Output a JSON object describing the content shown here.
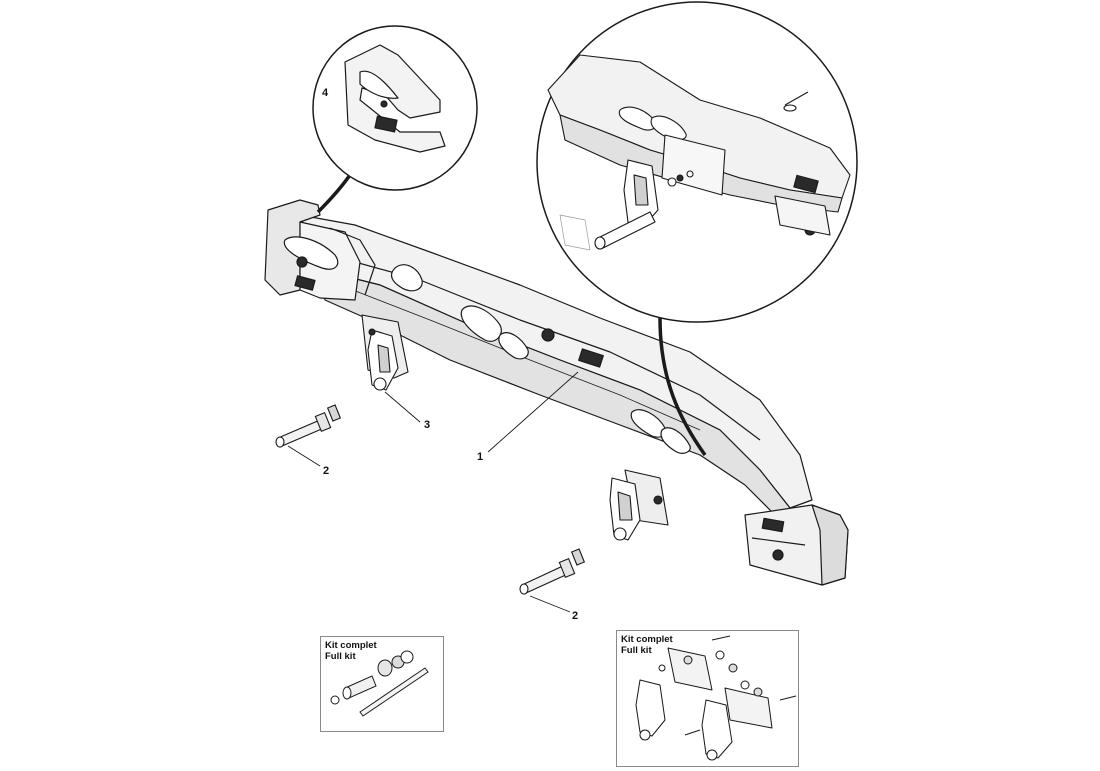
{
  "callouts": {
    "c1": "1",
    "c2a": "2",
    "c2b": "2",
    "c3": "3",
    "c4": "4"
  },
  "kits": {
    "kit_left": {
      "line1": "Kit complet",
      "line2": "Full kit"
    },
    "kit_right": {
      "line1": "Kit complet",
      "line2": "Full kit"
    }
  },
  "colors": {
    "line": "#1a1a1a",
    "shade": "#d8d8d8",
    "light": "#efefef",
    "dark": "#2a2a2a"
  }
}
